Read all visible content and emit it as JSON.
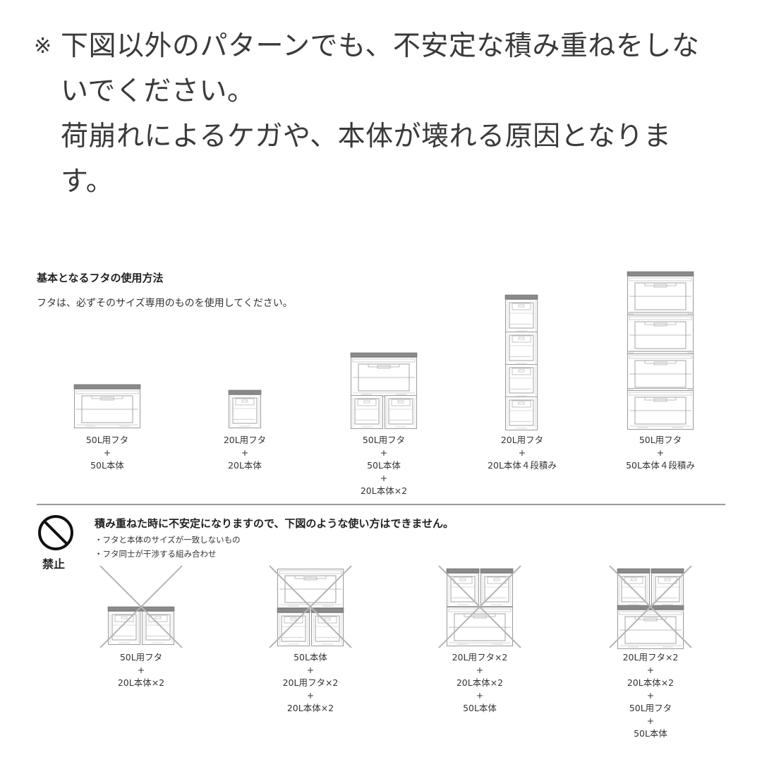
{
  "notice": {
    "mark": "※",
    "lines": [
      "下図以外のパターンでも、不安定な積み重ねをしな",
      "いでください。",
      "荷崩れによるケガや、本体が壊れる原因となりま",
      "す。"
    ]
  },
  "basic_section": {
    "title": "基本となるフタの使用方法",
    "subtitle": "フタは、必ずそのサイズ専用のものを使用してください。",
    "examples": [
      {
        "lines": [
          "50L用フタ",
          "+",
          "50L本体"
        ]
      },
      {
        "lines": [
          "20L用フタ",
          "+",
          "20L本体"
        ]
      },
      {
        "lines": [
          "50L用フタ",
          "+",
          "50L本体",
          "+",
          "20L本体×2"
        ]
      },
      {
        "lines": [
          "20L用フタ",
          "+",
          "20L本体４段積み"
        ]
      },
      {
        "lines": [
          "50L用フタ",
          "+",
          "50L本体４段積み"
        ]
      }
    ]
  },
  "prohibited_section": {
    "icon": "prohibited-icon",
    "icon_label": "禁止",
    "title": "積み重ねた時に不安定になりますので、下図のような使い方はできません。",
    "bullets": [
      "・フタと本体のサイズが一致しないもの",
      "・フタ同士が干渉する組み合わせ"
    ],
    "examples": [
      {
        "lines": [
          "50L用フタ",
          "+",
          "20L本体×2"
        ]
      },
      {
        "lines": [
          "50L本体",
          "+",
          "20L用フタ×2",
          "+",
          "20L本体×2"
        ]
      },
      {
        "lines": [
          "20L用フタ×2",
          "+",
          "20L本体×2",
          "+",
          "50L本体"
        ]
      },
      {
        "lines": [
          "20L用フタ×2",
          "+",
          "20L本体×2",
          "+",
          "50L用フタ",
          "+",
          "50L本体"
        ]
      }
    ]
  },
  "colors": {
    "lid": "#8a8a8a",
    "outline": "#aaaaaa",
    "cross": "#b5b5b5",
    "divider": "#9a9a9a",
    "text": "#333333"
  }
}
